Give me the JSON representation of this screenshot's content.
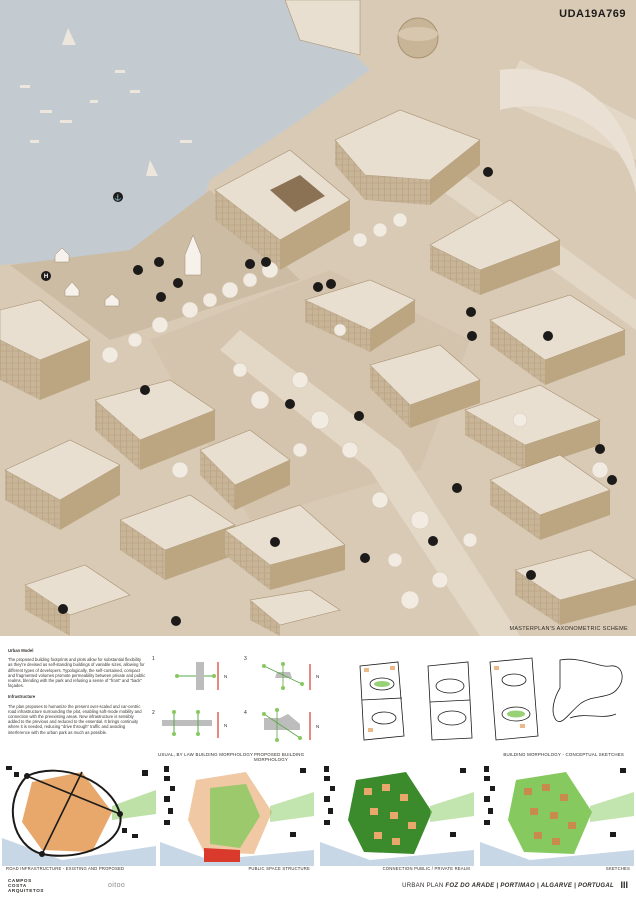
{
  "header": {
    "project_code": "UDA19A769"
  },
  "axonometric": {
    "caption": "MASTERPLAN'S AXONOMETRIC SCHEME",
    "colors": {
      "sea": "#c3cbd0",
      "ground": "#d9cab6",
      "roof": "#e8dfd0",
      "facade": "#c8b497",
      "tree": "#f2ebe1",
      "icon": "#1d1b19"
    },
    "icons": [
      "anchor-icon",
      "helipad-icon",
      "restaurant-icon",
      "shopping-cart-icon",
      "bicycle-icon",
      "running-icon",
      "family-icon",
      "parking-icon",
      "home-icon",
      "basketball-icon",
      "cycling-icon"
    ]
  },
  "text_column": {
    "urban_model_heading": "Urban Model",
    "urban_model_body": "The proposed building footprints and plots allow for substantial flexibility as they're devised as self-standing buildings of variable sizes, allowing for different types of developers. Typologically, the self-contained, compact and fragmented volumes promote permeability between private and public realms, blending with the park and refusing a sense of \"front\" and \"back\" façades.",
    "infrastructure_heading": "Infrastructure",
    "infrastructure_body": "The plan proposes to humanize the present over-scaled and car-centric road infrastructure surrounding the plot, enabling soft-mode mobility and connection with the preexisting areas. New infrastructure is sensibly added to the previous and reduced to the essential. It brings continuity where it is needed, reducing \"drive through\" traffic and avoiding interference with the urban park as much as possible."
  },
  "morphology": {
    "step_numbers": [
      "1",
      "2",
      "3",
      "4"
    ],
    "north_label": "N",
    "caption_left": "USUAL, BY LAW BUILDING MORPHOLOGY",
    "caption_right": "PROPOSED BUILDING MORPHOLOGY"
  },
  "sketches": {
    "caption": "BUILDING MORPHOLOGY - CONCEPTUAL SKETCHES"
  },
  "maps": [
    {
      "caption": "ROAD INFRASTRUCTURE - EXISTING AND PROPOSED"
    },
    {
      "caption": "PUBLIC SPACE STRUCTURE"
    },
    {
      "caption": "CONNECTION PUBLIC / PRIVATE REALM"
    },
    {
      "caption": "SKETCHES"
    }
  ],
  "map_colors": {
    "sea": "#c7d7e6",
    "orange": "#e8a86c",
    "green": "#86c95e",
    "dark_green": "#3b8a2c",
    "red": "#d93a2b"
  },
  "footer": {
    "logo_line1": "CAMPOS",
    "logo_line2": "COSTA",
    "logo_line3": "ARQUITETOS",
    "logo2": "oitoo",
    "title_prefix": "URBAN PLAN",
    "title_bold": "FOZ DO ARADE | PORTIMAO | ALGARVE | PORTUGAL",
    "page_marker": "III"
  }
}
